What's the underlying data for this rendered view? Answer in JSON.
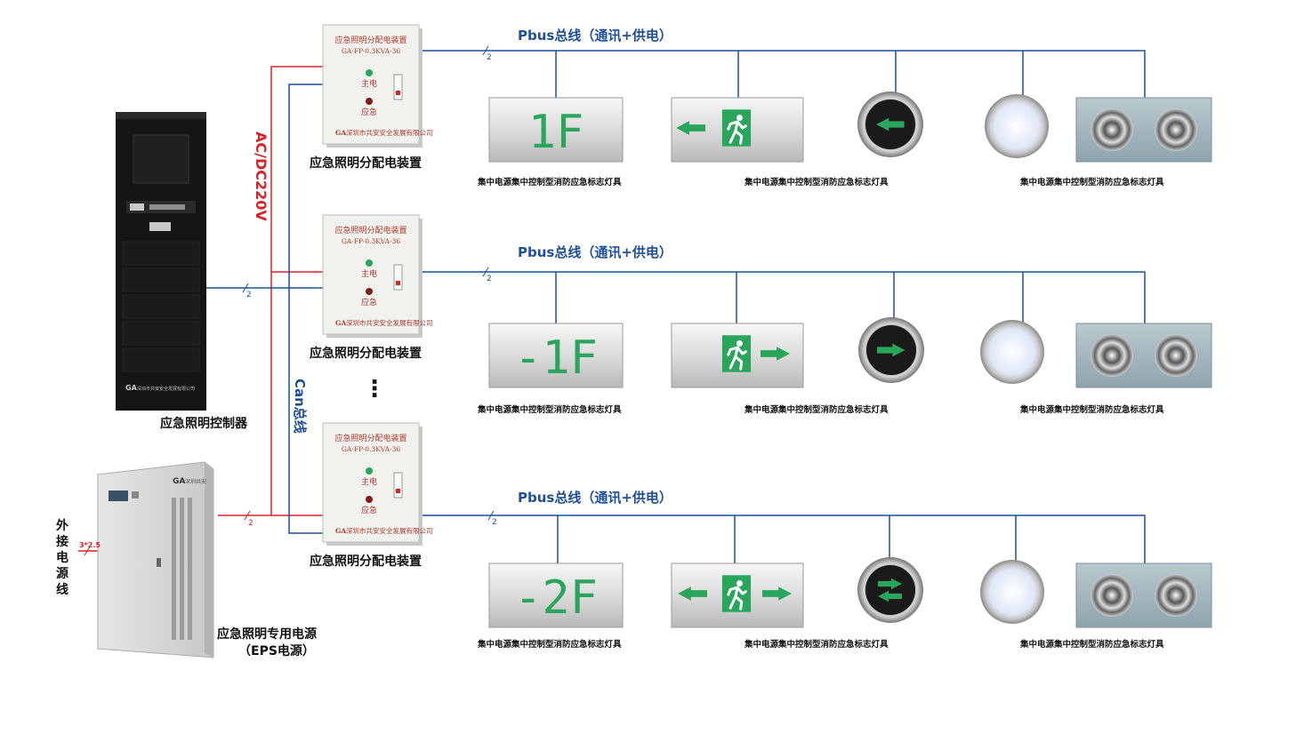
{
  "labels": {
    "controller": "应急照明控制器",
    "eps_line1": "应急照明专用电源",
    "eps_line2": "（EPS电源）",
    "ext_power": [
      "外",
      "接",
      "电",
      "源",
      "线"
    ],
    "ext_spec": "3*2.5",
    "power_bus": "AC/DC220V",
    "can_bus": "Can总线",
    "dist_box_caption": "应急照明分配电装置",
    "pbus": "Pbus总线（通讯+供电）",
    "fixture_caption": "集中电源集中控制型消防应急标志灯具",
    "wire_count": "2",
    "ellipsis": "⋮"
  },
  "dist_box": {
    "title": "应急照明分配电装置",
    "model": "GA-FP-0.3KVA-36",
    "main_label": "主电",
    "emergency_label": "应急",
    "brand_text": "深圳市共安安全发展有限公司",
    "logo": "GA"
  },
  "controller_unit": {
    "logo": "GA",
    "brand_text": "深圳市共安安全发展有限公司"
  },
  "eps_unit": {
    "logo": "GA",
    "brand_text": "深圳共安"
  },
  "rows": [
    {
      "floor": "1F",
      "exit_sign": "arrow-left-exit-sign",
      "round_sign": "round-arrow-left-sign"
    },
    {
      "floor": "-1F",
      "exit_sign": "exit-arrow-right-sign",
      "round_sign": "round-arrow-right-sign"
    },
    {
      "floor": "-2F",
      "exit_sign": "double-arrow-exit-sign",
      "round_sign": "round-bidirectional-sign"
    }
  ],
  "colors": {
    "power_wire": "#d8232a",
    "bus_wire": "#1e4f9c",
    "sign_green": "#2aa55c",
    "cabinet": "#151515"
  }
}
